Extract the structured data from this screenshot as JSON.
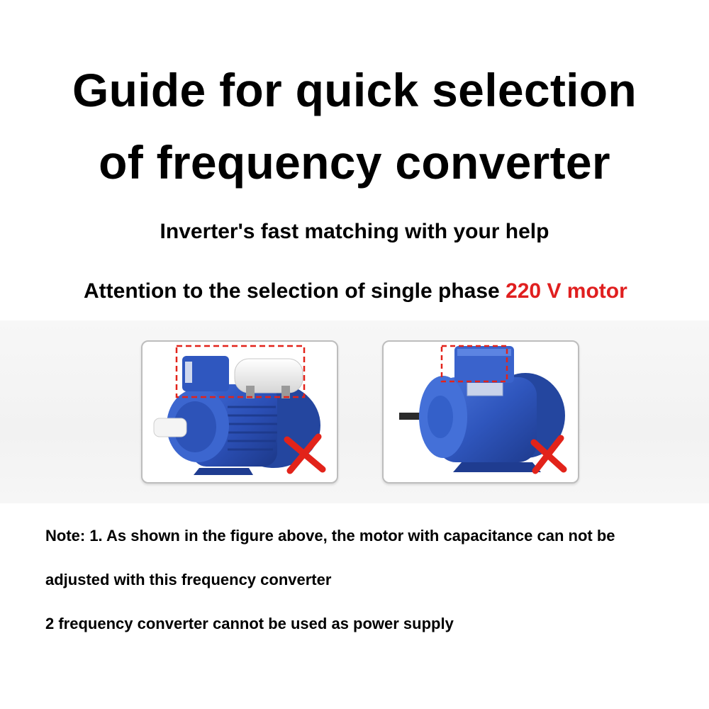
{
  "title": {
    "line1": "Guide for quick selection",
    "line2": "of frequency converter"
  },
  "subtitle": "Inverter's fast matching with your help",
  "attention": {
    "prefix": "Attention to the selection of single phase ",
    "highlight": "220 V motor"
  },
  "figures": [
    {
      "subject": "single-phase motor with capacitor on top",
      "mark": "red-cross"
    },
    {
      "subject": "single-phase motor with capacitor box on top",
      "mark": "red-cross"
    }
  ],
  "colors": {
    "highlight_red": "#e01f1f",
    "motor_blue": "#2a4fb8",
    "dashed_box_red": "#e2231a"
  },
  "notes": {
    "line1": "Note: 1. As shown in the figure above, the motor with capacitance can not be",
    "line2": "adjusted with this frequency converter",
    "line3": "2 frequency converter cannot be used as power supply"
  }
}
